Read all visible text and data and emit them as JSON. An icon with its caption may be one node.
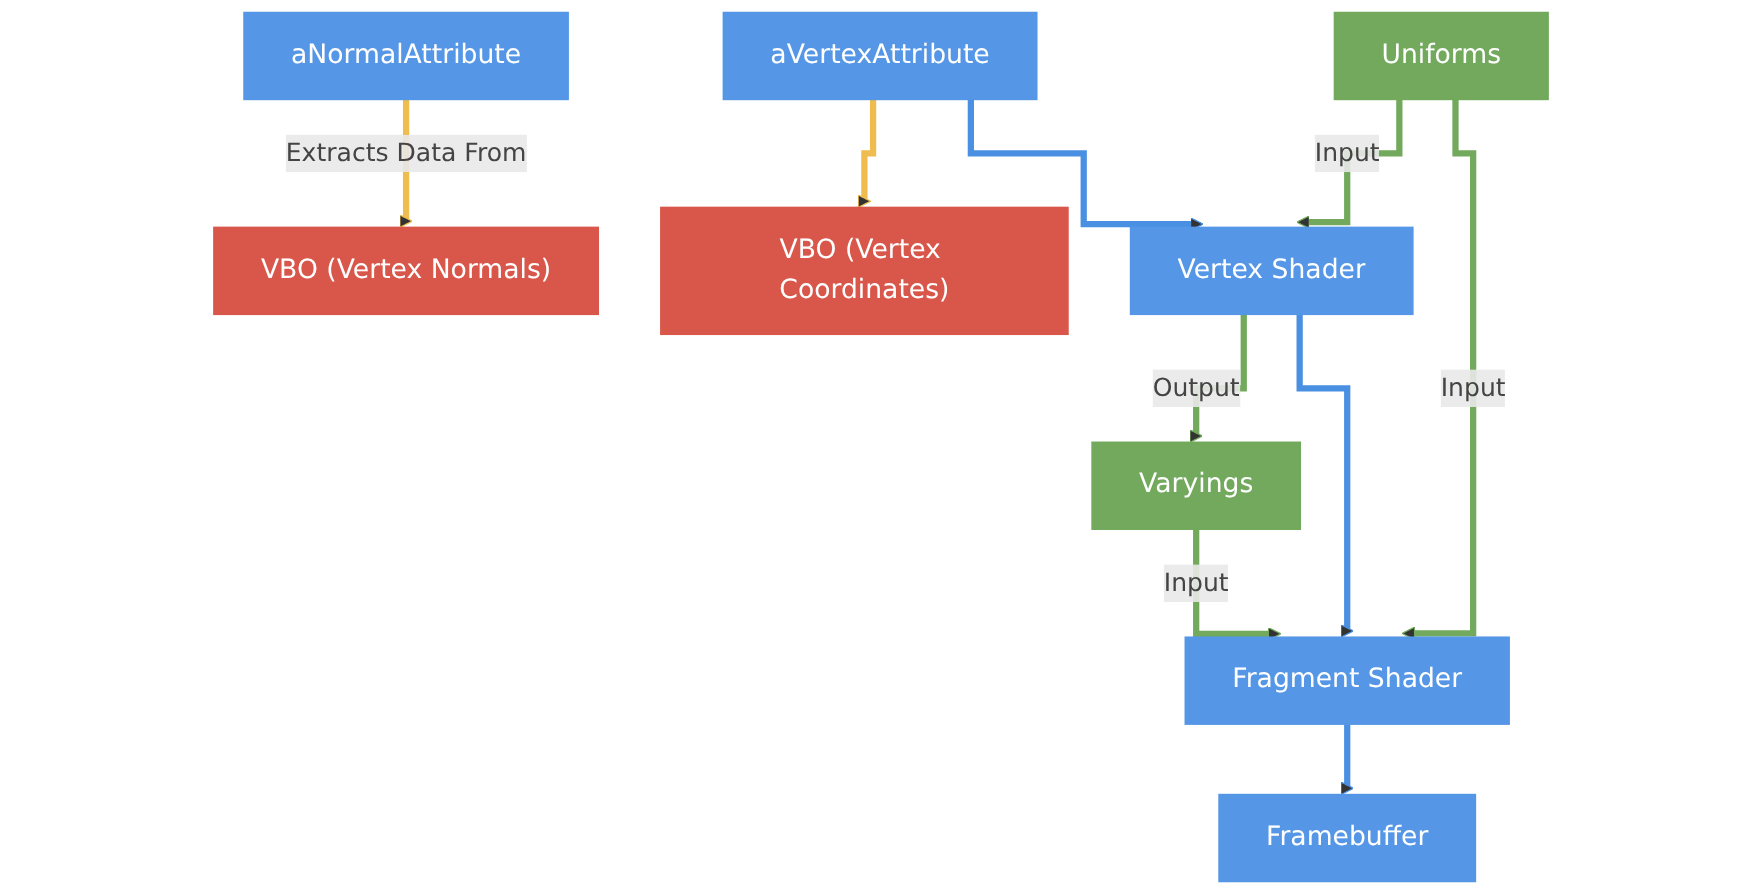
{
  "diagram": {
    "nodes": [
      {
        "text": [
          "VBO (Vertex Normals)"
        ]
      },
      {
        "text": [
          "VBO (Vertex Coordinates)"
        ]
      },
      {
        "text": [
          "aNormalAttribute"
        ]
      },
      {
        "text": [
          "aVertexAttribute"
        ]
      },
      {
        "text": [
          "Vertex Shader"
        ]
      },
      {
        "text": [
          "Uniforms"
        ]
      },
      {
        "text": [
          "Varyings"
        ]
      },
      {
        "text": [
          "Fragment Shader"
        ]
      },
      {
        "text": [
          "Framebuffer"
        ]
      }
    ],
    "edges": [
      {
        "from": 2,
        "to": 0,
        "arrow": "to",
        "label": "Extracts Data From",
        "color": "#eebc4f"
      },
      {
        "from": 3,
        "to": 1,
        "arrow": "to",
        "color": "#eebc4f"
      },
      {
        "from": 3,
        "to": 4,
        "arrow": "to",
        "color": "#4a90e2"
      },
      {
        "from": 5,
        "to": 4,
        "arrow": "to",
        "label": "Input"
      },
      {
        "from": 4,
        "to": 6,
        "arrow": "to",
        "label": "Output"
      },
      {
        "from": 4,
        "to": 7,
        "arrow": "to",
        "color": "#4a90e2"
      },
      {
        "from": 5,
        "to": 7,
        "arrow": "to",
        "label": "Input"
      },
      {
        "from": 6,
        "to": 7,
        "arrow": "to",
        "label": "Input"
      },
      {
        "from": 7,
        "to": 8,
        "arrow": "to",
        "color": "#4a90e2"
      }
    ]
  }
}
